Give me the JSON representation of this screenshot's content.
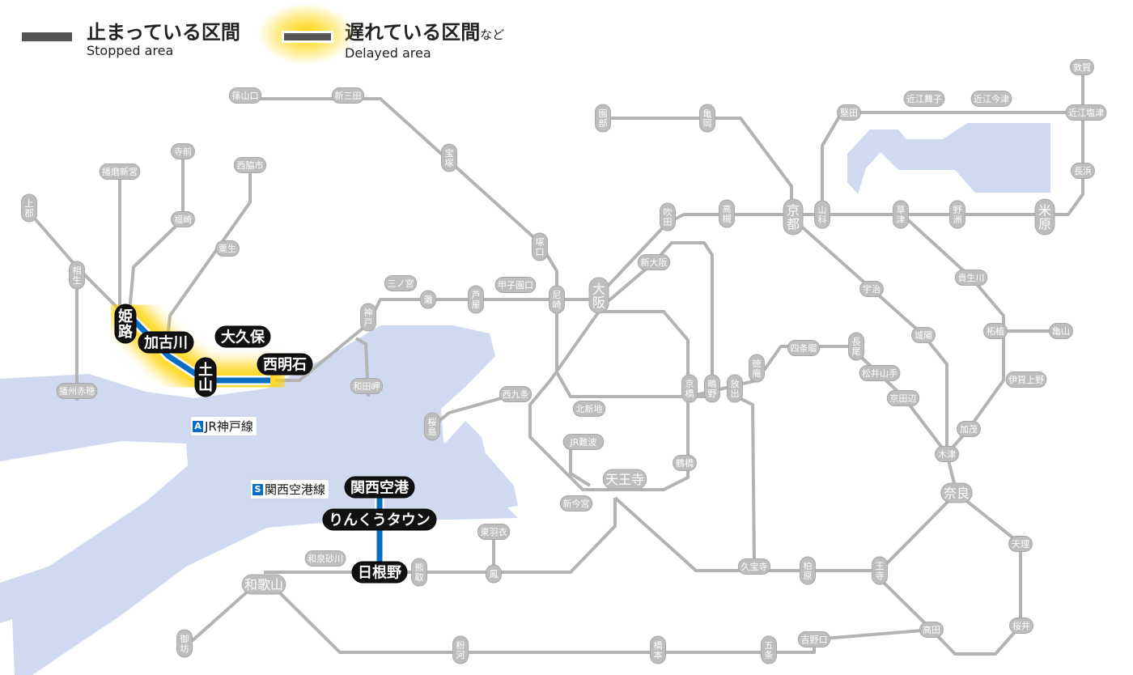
{
  "legend": {
    "stopped": {
      "ja": "止まっている区間",
      "en": "Stopped area"
    },
    "delayed": {
      "ja": "遅れている区間",
      "ja_suffix": "など",
      "en": "Delayed area"
    }
  },
  "colors": {
    "water": "#cfdaf1",
    "line": "#b3b3b3",
    "delayed_line": "#0a6fc2",
    "glow": "#ffd200",
    "affected_station": "#111111"
  },
  "lines": [
    {
      "badge": "A",
      "name": "JR神戸線"
    },
    {
      "badge": "S",
      "name": "関西空港線"
    }
  ],
  "affected_stations": [
    "姫路",
    "加古川",
    "土山",
    "大久保",
    "西明石",
    "関西空港",
    "りんくうタウン",
    "日根野"
  ],
  "stations": [
    "篠山口",
    "新三田",
    "宝塚",
    "播磨新宮",
    "寺前",
    "西脇市",
    "上郡",
    "福崎",
    "粟生",
    "相生",
    "播州赤穂",
    "塚口",
    "甲子園口",
    "三ノ宮",
    "灘",
    "芦屋",
    "尼崎",
    "神戸",
    "和田岬",
    "大阪",
    "新大阪",
    "吹田",
    "高槻",
    "京都",
    "山科",
    "草津",
    "野洲",
    "米原",
    "長浜",
    "近江塩津",
    "敦賀",
    "近江今津",
    "近江舞子",
    "堅田",
    "亀岡",
    "園部",
    "宇治",
    "城陽",
    "貴生川",
    "柘植",
    "亀山",
    "伊賀上野",
    "加茂",
    "木津",
    "奈良",
    "天理",
    "桜井",
    "高田",
    "王寺",
    "柏原",
    "久宝寺",
    "放出",
    "鴫野",
    "京橋",
    "徳庵",
    "四条畷",
    "長尾",
    "松井山手",
    "京田辺",
    "北新地",
    "西九条",
    "桜島",
    "鶴橋",
    "JR難波",
    "新今宮",
    "天王寺",
    "東羽衣",
    "鳳",
    "熊取",
    "和泉砂川",
    "和歌山",
    "御坊",
    "粉河",
    "橋本",
    "五条",
    "吉野口"
  ]
}
